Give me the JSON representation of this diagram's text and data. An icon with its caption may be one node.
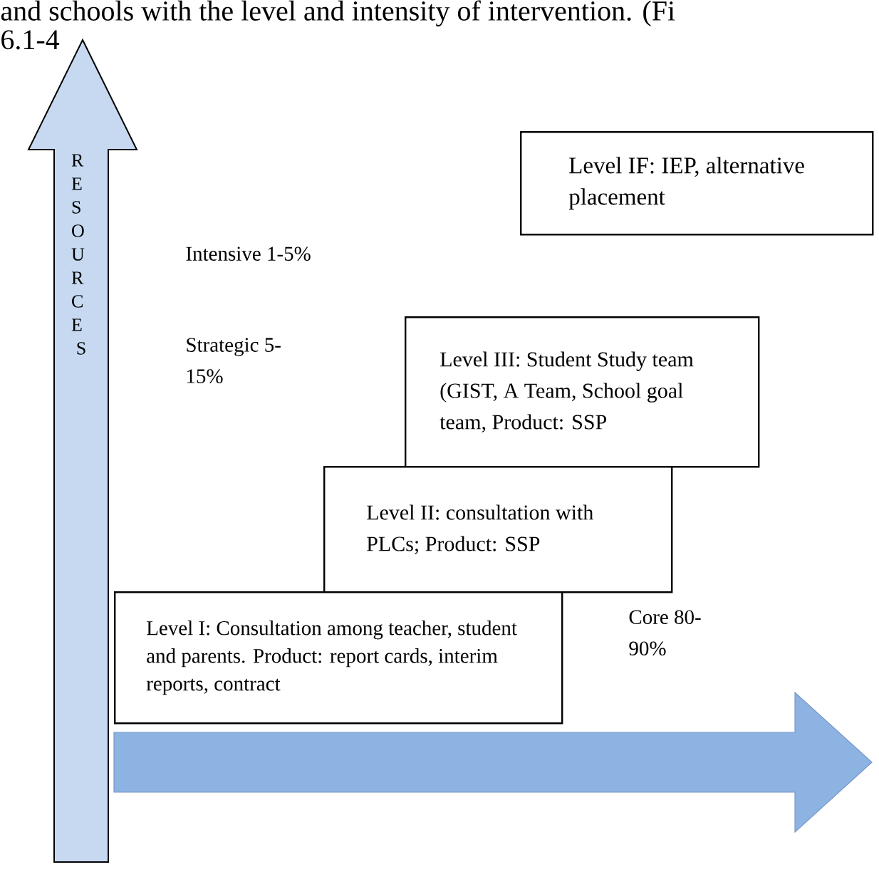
{
  "diagram": {
    "nodes": [
      {
        "text": [
          "Level IF: IEP, alternative placement"
        ]
      },
      {
        "text": [
          "Level III: Student Study team (GIST, A Team, School goal team, Product: SSP"
        ]
      },
      {
        "text": [
          "Level II: consultation with PLCs; Product: SSP"
        ]
      },
      {
        "text": [
          "Level I: Consultation among teacher, student and parents. Product: report cards, interim reports, contract"
        ]
      }
    ],
    "edges": [],
    "labels": [
      "and schools with the level and intensity of intervention. (Fi",
      "6.1-4",
      "RESOURCES",
      "Intensive 1-5%",
      "Strategic 5- 15%",
      "Core 80- 90%"
    ]
  }
}
